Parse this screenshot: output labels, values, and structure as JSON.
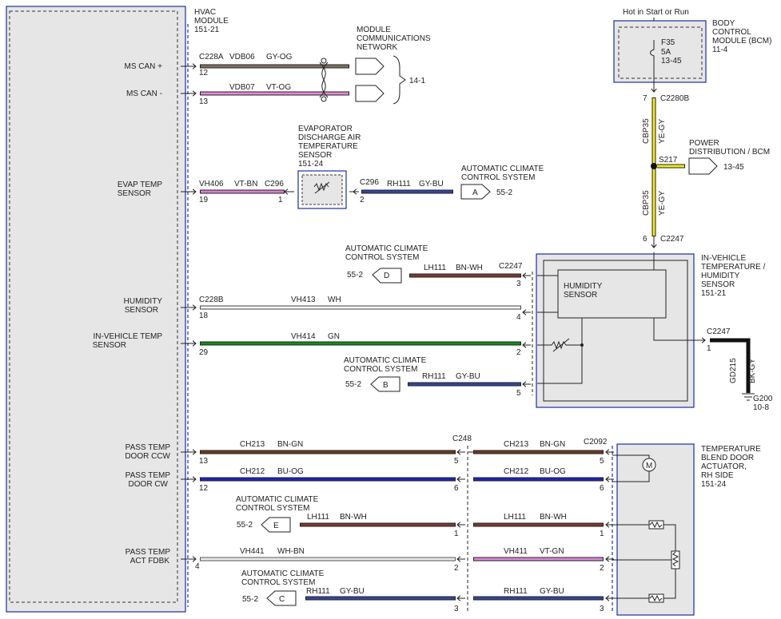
{
  "hvac": {
    "label1": "HVAC",
    "label2": "MODULE",
    "ref": "151-21"
  },
  "pins": [
    {
      "label": "MS CAN +",
      "conn": "C228A",
      "pin": "12",
      "circuit": "VDB06",
      "color": "GY-OG"
    },
    {
      "label": "MS CAN -",
      "pin": "13",
      "circuit": "VDB07",
      "color": "VT-OG"
    },
    {
      "label1": "EVAP TEMP",
      "label2": "SENSOR",
      "pin": "19",
      "circuit": "VH406",
      "color": "VT-BN",
      "conn": "C296",
      "pin2": "1"
    },
    {
      "label1": "HUMIDITY",
      "label2": "SENSOR",
      "conn": "C228B",
      "pin": "18",
      "circuit": "VH413",
      "color": "WH",
      "pin2": "4"
    },
    {
      "label1": "IN-VEHICLE TEMP",
      "label2": "SENSOR",
      "pin": "29",
      "circuit": "VH414",
      "color": "GN",
      "pin2": "2"
    },
    {
      "label1": "PASS TEMP",
      "label2": "DOOR CCW",
      "pin": "13",
      "circuit": "CH213",
      "color": "BN-GN",
      "pin2": "5"
    },
    {
      "label1": "PASS TEMP",
      "label2": "DOOR CW",
      "pin": "12",
      "circuit": "CH212",
      "color": "BU-OG",
      "pin2": "6"
    },
    {
      "label1": "PASS TEMP",
      "label2": "ACT FDBK",
      "pin": "4",
      "circuit": "VH441",
      "color": "WH-BN",
      "pin2": "2"
    }
  ],
  "network": {
    "l1": "MODULE",
    "l2": "COMMUNICATIONS",
    "l3": "NETWORK",
    "ref": "14-1"
  },
  "evap_sensor": {
    "l1": "EVAPORATOR",
    "l2": "DISCHARGE AIR",
    "l3": "TEMPERATURE",
    "l4": "SENSOR",
    "ref": "151-24",
    "conn": "C296",
    "pin": "2",
    "circuit": "RH111",
    "color": "GY-BU"
  },
  "acc": {
    "l1": "AUTOMATIC CLIMATE",
    "l2": "CONTROL SYSTEM",
    "ref": "55-2",
    "A": "A",
    "B": "B",
    "C": "C",
    "D": "D",
    "E": "E"
  },
  "acc_wires": {
    "d_circuit": "LH111",
    "d_color": "BN-WH",
    "d_conn": "C2247",
    "d_pin": "3",
    "b_circuit": "RH111",
    "b_color": "GY-BU",
    "b_pin": "5",
    "e_circuit": "LH111",
    "e_color": "BN-WH",
    "e_pin": "1",
    "e_pin2": "1",
    "c_circuit": "RH111",
    "c_color": "GY-BU",
    "c_pin": "3",
    "c_pin2": "3"
  },
  "bcm": {
    "top": "Hot in Start or Run",
    "l1": "BODY",
    "l2": "CONTROL",
    "l3": "MODULE (BCM)",
    "ref": "11-4",
    "fuse": "F35",
    "amps": "5A",
    "fref": "13-45",
    "pin": "7",
    "conn": "C2280B"
  },
  "power": {
    "circuit1": "CBP35",
    "color1": "YE-GY",
    "splice": "S217",
    "l1": "POWER",
    "l2": "DISTRIBUTION / BCM",
    "ref": "13-45",
    "circuit2": "CBP35",
    "color2": "YE-GY",
    "pin": "6",
    "conn": "C2247"
  },
  "ivts": {
    "l1": "IN-VEHICLE",
    "l2": "TEMPERATURE /",
    "l3": "HUMIDITY",
    "l4": "SENSOR",
    "ref": "151-21",
    "hum1": "HUMIDITY",
    "hum2": "SENSOR",
    "conn": "C2247",
    "pin": "1",
    "gcircuit": "GD215",
    "gcolor": "BK-GY",
    "ground": "G200",
    "gref": "10-8"
  },
  "c248": {
    "conn": "C248"
  },
  "actuator": {
    "l1": "TEMPERATURE",
    "l2": "BLEND DOOR",
    "l3": "ACTUATOR,",
    "l4": "RH SIDE",
    "ref": "151-24",
    "conn": "C2092",
    "motor": "M"
  },
  "right_wires": [
    {
      "circuit": "CH213",
      "color": "BN-GN",
      "pin": "5"
    },
    {
      "circuit": "CH212",
      "color": "BU-OG",
      "pin": "6"
    },
    {
      "circuit": "LH111",
      "color": "BN-WH",
      "pin": "1"
    },
    {
      "circuit": "VH411",
      "color": "VT-GN",
      "pin": "2"
    },
    {
      "circuit": "RH111",
      "color": "GY-BU",
      "pin": "3"
    }
  ],
  "colors": {
    "box_border": "#1b2f9e",
    "gy_og": "#7d7263",
    "vt_og": "#e58ad7",
    "vt_bn": "#d97fd0",
    "gy_bu": "#35459a",
    "bn_wh": "#7b3b2f",
    "wh": "#f4f4f4",
    "gn": "#138c1a",
    "bn_gn": "#6a3c22",
    "bu_og": "#1d24b7",
    "wh_bn": "#ece9e6",
    "vt_gn": "#d98ad9",
    "ye_gy": "#f0eb1a",
    "bk_gy": "#111111"
  }
}
